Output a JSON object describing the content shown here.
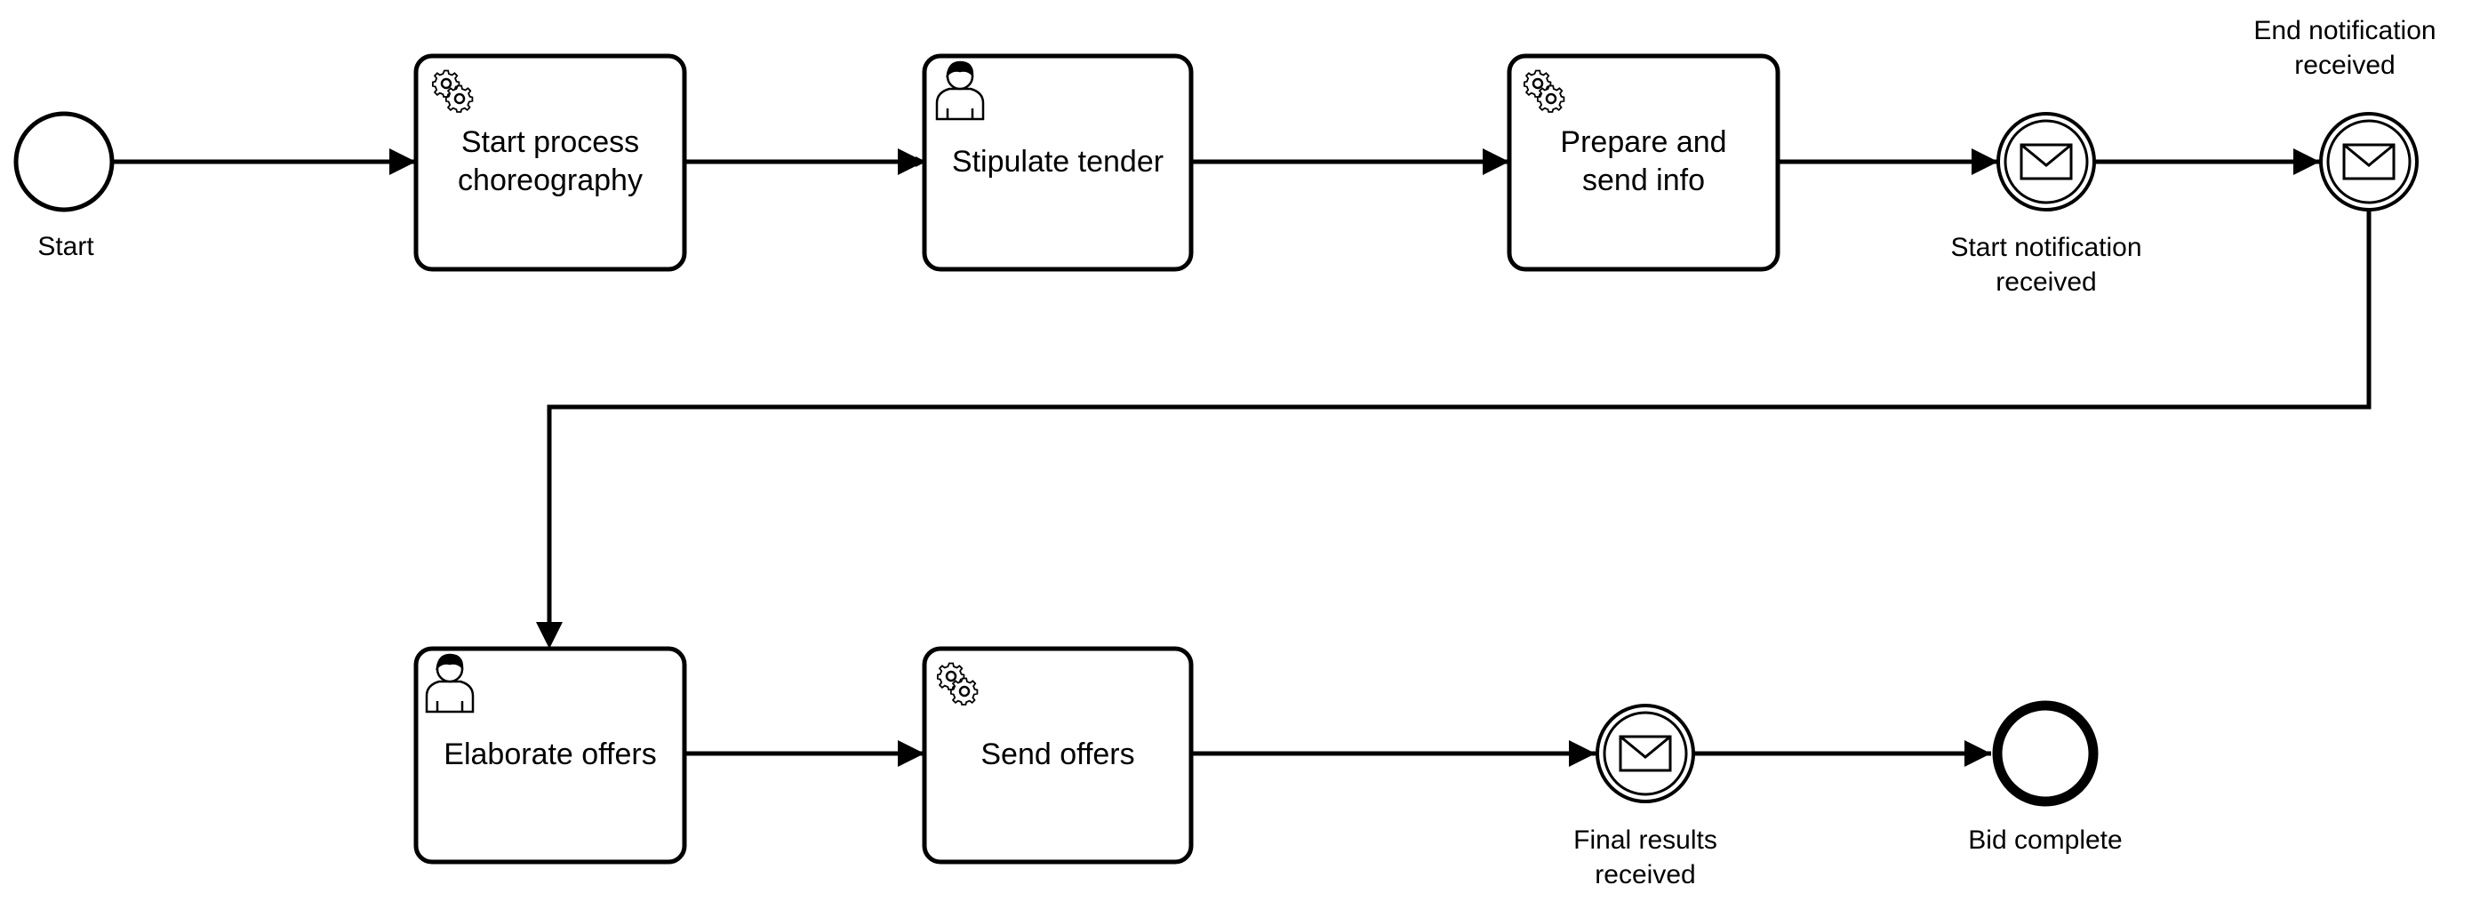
{
  "tasks": [
    {
      "id": "start-process-choreography",
      "kind": "service",
      "icon": "gear-icon",
      "lines": [
        "Start process",
        "choreography"
      ]
    },
    {
      "id": "stipulate-tender",
      "kind": "user",
      "icon": "user-icon",
      "lines": [
        "Stipulate tender"
      ]
    },
    {
      "id": "prepare-and-send-info",
      "kind": "service",
      "icon": "gear-icon",
      "lines": [
        "Prepare and",
        "send info"
      ]
    },
    {
      "id": "elaborate-offers",
      "kind": "user",
      "icon": "user-icon",
      "lines": [
        "Elaborate offers"
      ]
    },
    {
      "id": "send-offers",
      "kind": "service",
      "icon": "gear-icon",
      "lines": [
        "Send offers"
      ]
    }
  ],
  "events": [
    {
      "id": "start",
      "kind": "start",
      "lines": [
        "Start"
      ]
    },
    {
      "id": "start-notification-received",
      "kind": "message-intermediate",
      "icon": "envelope-icon",
      "lines": [
        "Start notification",
        "received"
      ]
    },
    {
      "id": "end-notification-received",
      "kind": "message-intermediate",
      "icon": "envelope-icon",
      "lines": [
        "End notification",
        "received"
      ]
    },
    {
      "id": "final-results-received",
      "kind": "message-intermediate",
      "icon": "envelope-icon",
      "lines": [
        "Final results",
        "received"
      ]
    },
    {
      "id": "bid-complete",
      "kind": "end",
      "lines": [
        "Bid complete"
      ]
    }
  ],
  "flows": [
    {
      "from": "start",
      "to": "start-process-choreography"
    },
    {
      "from": "start-process-choreography",
      "to": "stipulate-tender"
    },
    {
      "from": "stipulate-tender",
      "to": "prepare-and-send-info"
    },
    {
      "from": "prepare-and-send-info",
      "to": "start-notification-received"
    },
    {
      "from": "start-notification-received",
      "to": "end-notification-received"
    },
    {
      "from": "end-notification-received",
      "to": "elaborate-offers"
    },
    {
      "from": "elaborate-offers",
      "to": "send-offers"
    },
    {
      "from": "send-offers",
      "to": "final-results-received"
    },
    {
      "from": "final-results-received",
      "to": "bid-complete"
    }
  ]
}
